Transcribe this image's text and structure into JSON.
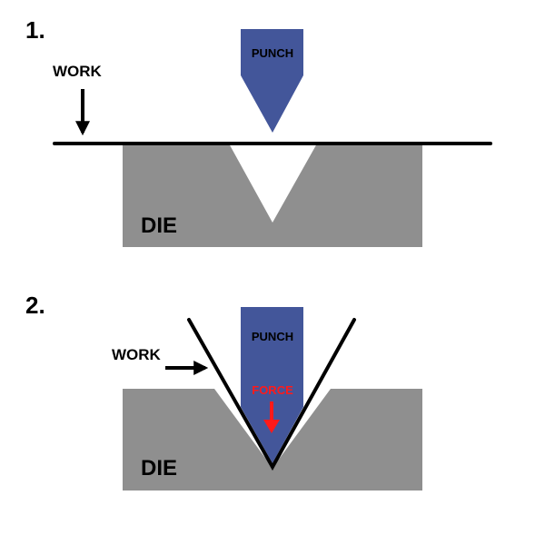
{
  "colors": {
    "die": "#8f8f8f",
    "punch": "#43569a",
    "work": "#000000",
    "force": "#ff1a1a",
    "background": "#ffffff"
  },
  "step1": {
    "number": "1.",
    "punch_label": "PUNCH",
    "work_label": "WORK",
    "die_label": "DIE"
  },
  "step2": {
    "number": "2.",
    "punch_label": "PUNCH",
    "work_label": "WORK",
    "force_label": "FORCE",
    "die_label": "DIE"
  }
}
